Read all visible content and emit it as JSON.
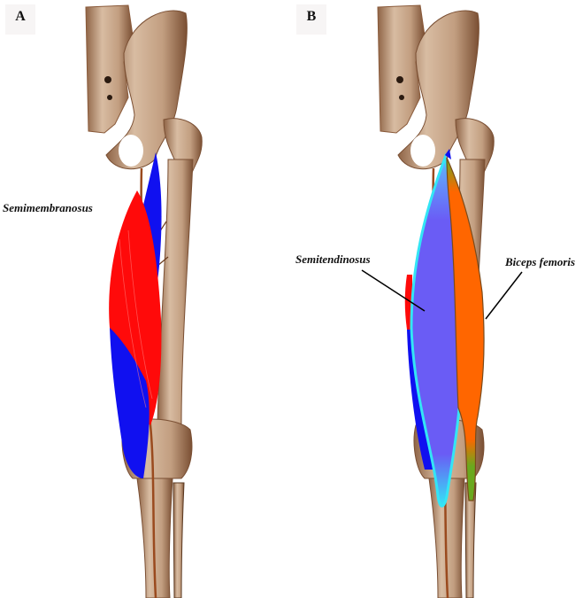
{
  "panels": [
    {
      "id": "A",
      "label": "A",
      "annotations": [
        {
          "text": "Semimembranosus"
        }
      ]
    },
    {
      "id": "B",
      "label": "B",
      "annotations": [
        {
          "text": "Semitendinosus"
        },
        {
          "text": "Biceps femoris"
        }
      ]
    }
  ],
  "colors": {
    "bone": "#c9a788",
    "bone_shadow": "#8a5a3a",
    "vessel": "#9a4a1e",
    "semimembranosus_red": "#ff0a0a",
    "semimembranosus_blue": "#1010f0",
    "semitendinosus_fill": "#6a5cf5",
    "semitendinosus_outline": "#33e5f5",
    "biceps_fill": "#ff6600",
    "biceps_tendon": "#6aa81e"
  }
}
